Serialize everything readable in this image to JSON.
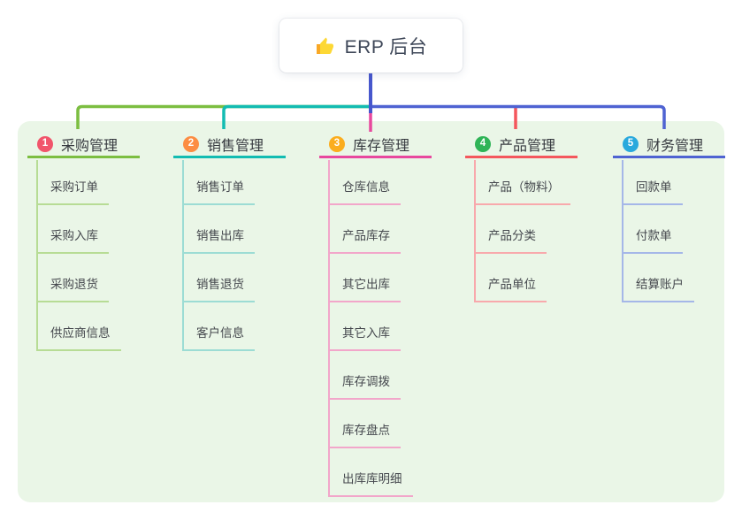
{
  "root": {
    "label": "ERP 后台",
    "icon": "thumbs-up-icon"
  },
  "branches": [
    {
      "index": "1",
      "label": "采购管理",
      "badge_color": "#f1556b",
      "line_color": "#7cbe41",
      "child_line_color": "#b7dc95",
      "children": [
        "采购订单",
        "采购入库",
        "采购退货",
        "供应商信息"
      ]
    },
    {
      "index": "2",
      "label": "销售管理",
      "badge_color": "#fc8d43",
      "line_color": "#13bcb2",
      "child_line_color": "#9cdcd4",
      "children": [
        "销售订单",
        "销售出库",
        "销售退货",
        "客户信息"
      ]
    },
    {
      "index": "3",
      "label": "库存管理",
      "badge_color": "#fbad1e",
      "line_color": "#e8489e",
      "child_line_color": "#f2a6ca",
      "children": [
        "仓库信息",
        "产品库存",
        "其它出库",
        "其它入库",
        "库存调拨",
        "库存盘点",
        "出库库明细"
      ]
    },
    {
      "index": "4",
      "label": "产品管理",
      "badge_color": "#2fb457",
      "line_color": "#f4575d",
      "child_line_color": "#f8a9ac",
      "children": [
        "产品（物料）",
        "产品分类",
        "产品单位"
      ]
    },
    {
      "index": "5",
      "label": "财务管理",
      "badge_color": "#29a9dd",
      "line_color": "#4f63d2",
      "child_line_color": "#a5b7e8",
      "children": [
        "回款单",
        "付款单",
        "结算账户"
      ]
    }
  ],
  "colors": {
    "canvas_bg": "#ffffff",
    "panel_bg": "#eaf6e7",
    "connector": "#4757cd",
    "root_text": "#3e4758",
    "branch_text": "#36393f",
    "child_text": "#45484e",
    "thumb_main": "#fdd835",
    "thumb_sleeve": "#f9a825"
  }
}
